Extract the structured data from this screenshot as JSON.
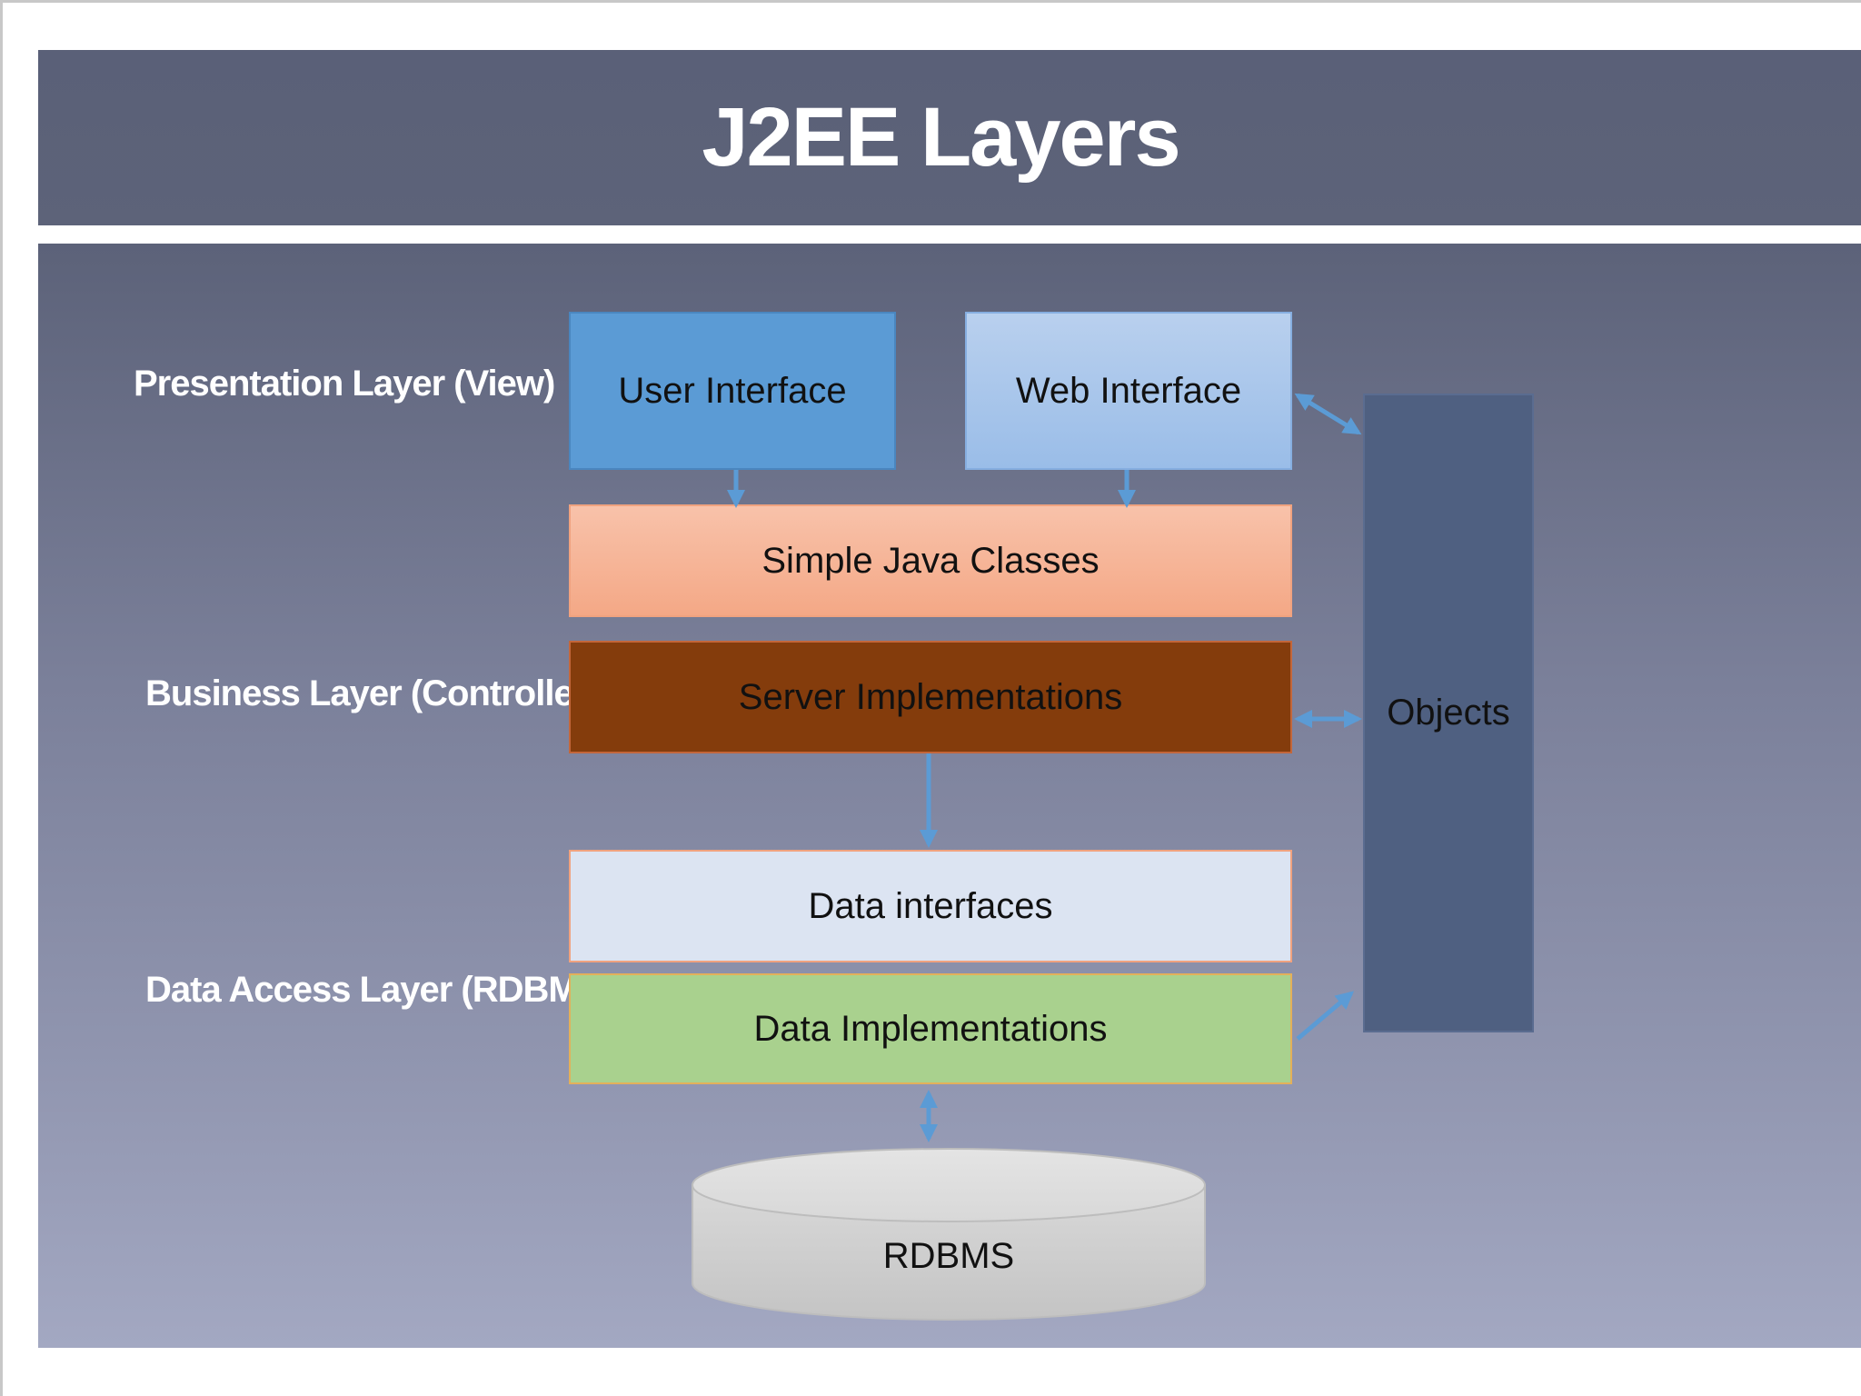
{
  "title": "J2EE Layers",
  "layers": {
    "presentation": "Presentation Layer (View)",
    "business": "Business Layer (Controller)",
    "data_access": "Data Access Layer (RDBMS)"
  },
  "boxes": {
    "user_interface": "User Interface",
    "web_interface": "Web Interface",
    "simple_java_classes": "Simple Java Classes",
    "server_implementations": "Server Implementations",
    "data_interfaces": "Data interfaces",
    "data_implementations": "Data Implementations",
    "objects": "Objects",
    "rdbms": "RDBMS"
  },
  "colors": {
    "title_bar": "#5a6078",
    "user_interface": "#5b9bd5",
    "web_interface": "#9dc3e6",
    "simple_java_classes": "#f4b183",
    "server_implementations": "#843c0c",
    "data_interfaces": "#dae3f3",
    "data_implementations": "#a9d18e",
    "objects": "#4f6081",
    "rdbms": "#d0d0d0",
    "arrow": "#5b9bd5"
  }
}
